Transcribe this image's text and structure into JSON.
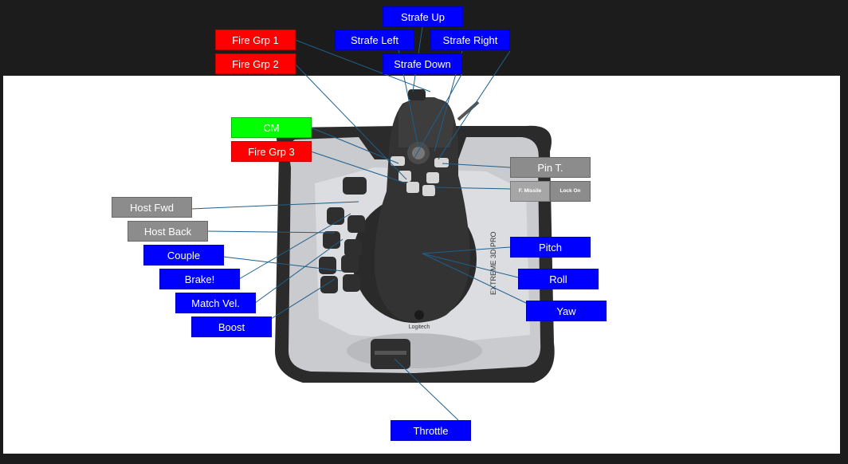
{
  "labels": {
    "strafe_up": "Strafe Up",
    "strafe_left": "Strafe Left",
    "strafe_right": "Strafe Right",
    "strafe_down": "Strafe Down",
    "fire_grp_1": "Fire Grp 1",
    "fire_grp_2": "Fire Grp 2",
    "cm": "CM",
    "fire_grp_3": "Fire Grp 3",
    "host_fwd": "Host Fwd",
    "host_back": "Host Back",
    "couple": "Couple",
    "brake": "Brake!",
    "match_vel": "Match Vel.",
    "boost": "Boost",
    "pin_t": "Pin T.",
    "f_missile": "F. Missile",
    "lock_on": "Lock On",
    "pitch": "Pitch",
    "roll": "Roll",
    "yaw": "Yaw",
    "throttle": "Throttle"
  },
  "device": {
    "brand": "Logitech",
    "model": "EXTREME 3D PRO"
  },
  "colors": {
    "axis_label": "#0000ff",
    "fire_label": "#ff0000",
    "countermeasure_label": "#00ff00",
    "secondary_label": "#8c8c8c",
    "leader_line": "#1f5f8b"
  }
}
